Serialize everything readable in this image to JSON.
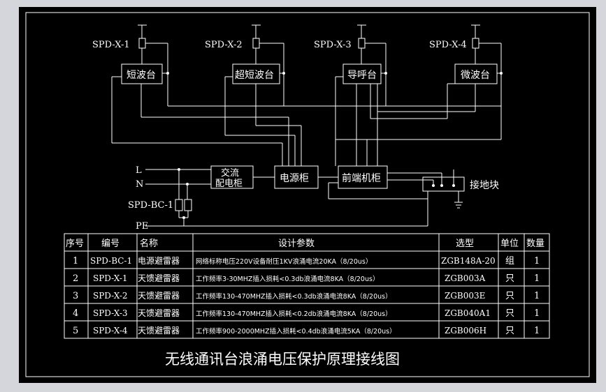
{
  "colors": {
    "background": "#000000",
    "lines": "#ffffff",
    "page": "#d4d6dc"
  },
  "spd_labels": [
    "SPD-X-1",
    "SPD-X-2",
    "SPD-X-3",
    "SPD-X-4"
  ],
  "stations": [
    "短波台",
    "超短波台",
    "导呼台",
    "微波台"
  ],
  "power": {
    "line_l": "L",
    "line_n": "N",
    "pe": "PE",
    "ac_cabinet_line1": "交流",
    "ac_cabinet_line2": "配电柜",
    "power_cabinet": "电源柜",
    "frontend_cabinet": "前端机柜",
    "ground_block": "接地块",
    "spd_bc": "SPD-BC-1"
  },
  "table": {
    "headers": [
      "序号",
      "编号",
      "名称",
      "设计参数",
      "选型",
      "单位",
      "数量"
    ],
    "rows": [
      [
        "1",
        "SPD-BC-1",
        "电源避雷器",
        "网络标称电压220V设备耐压1KV浪涌电流20KA（8/20us）",
        "ZGB148A-20",
        "组",
        "1"
      ],
      [
        "2",
        "SPD-X-1",
        "天馈避雷器",
        "工作频率3-30MHZ插入损耗<0.3db浪涌电流8KA（8/20us）",
        "ZGB003A",
        "只",
        "1"
      ],
      [
        "3",
        "SPD-X-2",
        "天馈避雷器",
        "工作频率130-470MHZ插入损耗<0.3db浪涌电流8KA（8/20us）",
        "ZGB003E",
        "只",
        "1"
      ],
      [
        "4",
        "SPD-X-3",
        "天馈避雷器",
        "工作频率130-470MHZ插入损耗<0.2db浪涌电流8KA（8/20us）",
        "ZGB040A1",
        "只",
        "1"
      ],
      [
        "5",
        "SPD-X-4",
        "天馈避雷器",
        "工作频率900-2000MHZ插入损耗<0.4db浪涌电流5KA（8/20us）",
        "ZGB006H",
        "只",
        "1"
      ]
    ]
  },
  "title": "无线通讯台浪涌电压保护原理接线图"
}
